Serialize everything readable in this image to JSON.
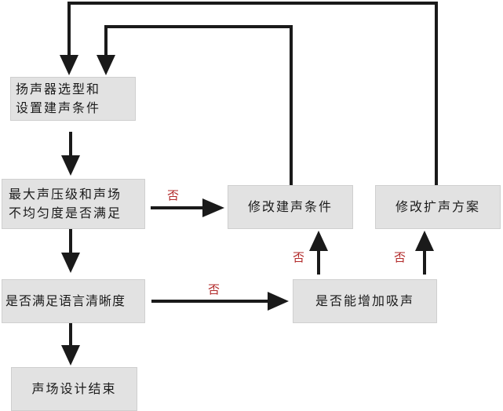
{
  "nodes": {
    "select_speakers": "扬声器选型和\n设置建声条件",
    "check_spl": "最大声压级和声场\n不均匀度是否满足",
    "modify_acoustic": "修改建声条件",
    "modify_plan": "修改扩声方案",
    "check_intelligibility": "是否满足语言清晰度",
    "add_absorption": "是否能增加吸声",
    "design_end": "声场设计结束"
  },
  "edge_labels": {
    "no_1": "否",
    "no_2": "否",
    "no_3": "否",
    "no_4": "否"
  },
  "colors": {
    "box_fill": "#e2e2e2",
    "line": "#1a1a1a",
    "label": "#b22a2a"
  }
}
